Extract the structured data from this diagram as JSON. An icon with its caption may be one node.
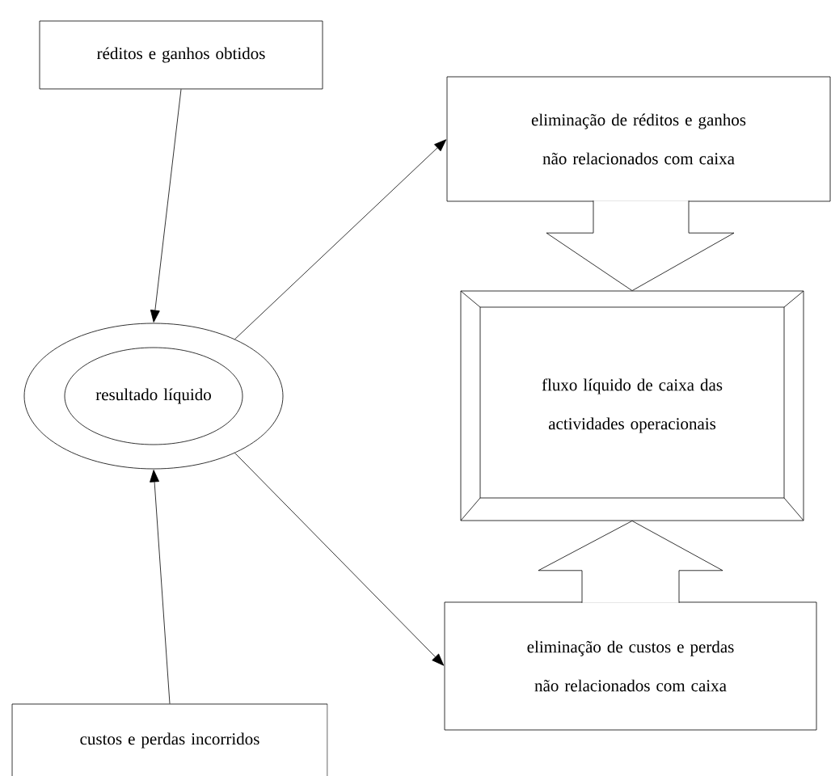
{
  "diagram": {
    "nodes": [
      {
        "text": [
          "réditos e ganhos obtidos"
        ]
      },
      {
        "text": [
          "resultado líquido"
        ]
      },
      {
        "text": [
          "eliminação de réditos e ganhos não relacionados com caixa"
        ]
      },
      {
        "text": [
          "fluxo líquido de caixa das actividades operacionais"
        ]
      },
      {
        "text": [
          "eliminação de custos e perdas não relacionados com caixa"
        ]
      },
      {
        "text": [
          "custos e perdas incorridos"
        ]
      }
    ],
    "edges": [
      {
        "from": 0,
        "to": 1,
        "arrow": "to"
      },
      {
        "from": 5,
        "to": 1,
        "arrow": "to"
      },
      {
        "from": 1,
        "to": 2,
        "arrow": "to"
      },
      {
        "from": 1,
        "to": 4,
        "arrow": "to"
      },
      {
        "from": 2,
        "to": 3,
        "arrow": "to"
      },
      {
        "from": 4,
        "to": 3,
        "arrow": "to"
      }
    ]
  }
}
